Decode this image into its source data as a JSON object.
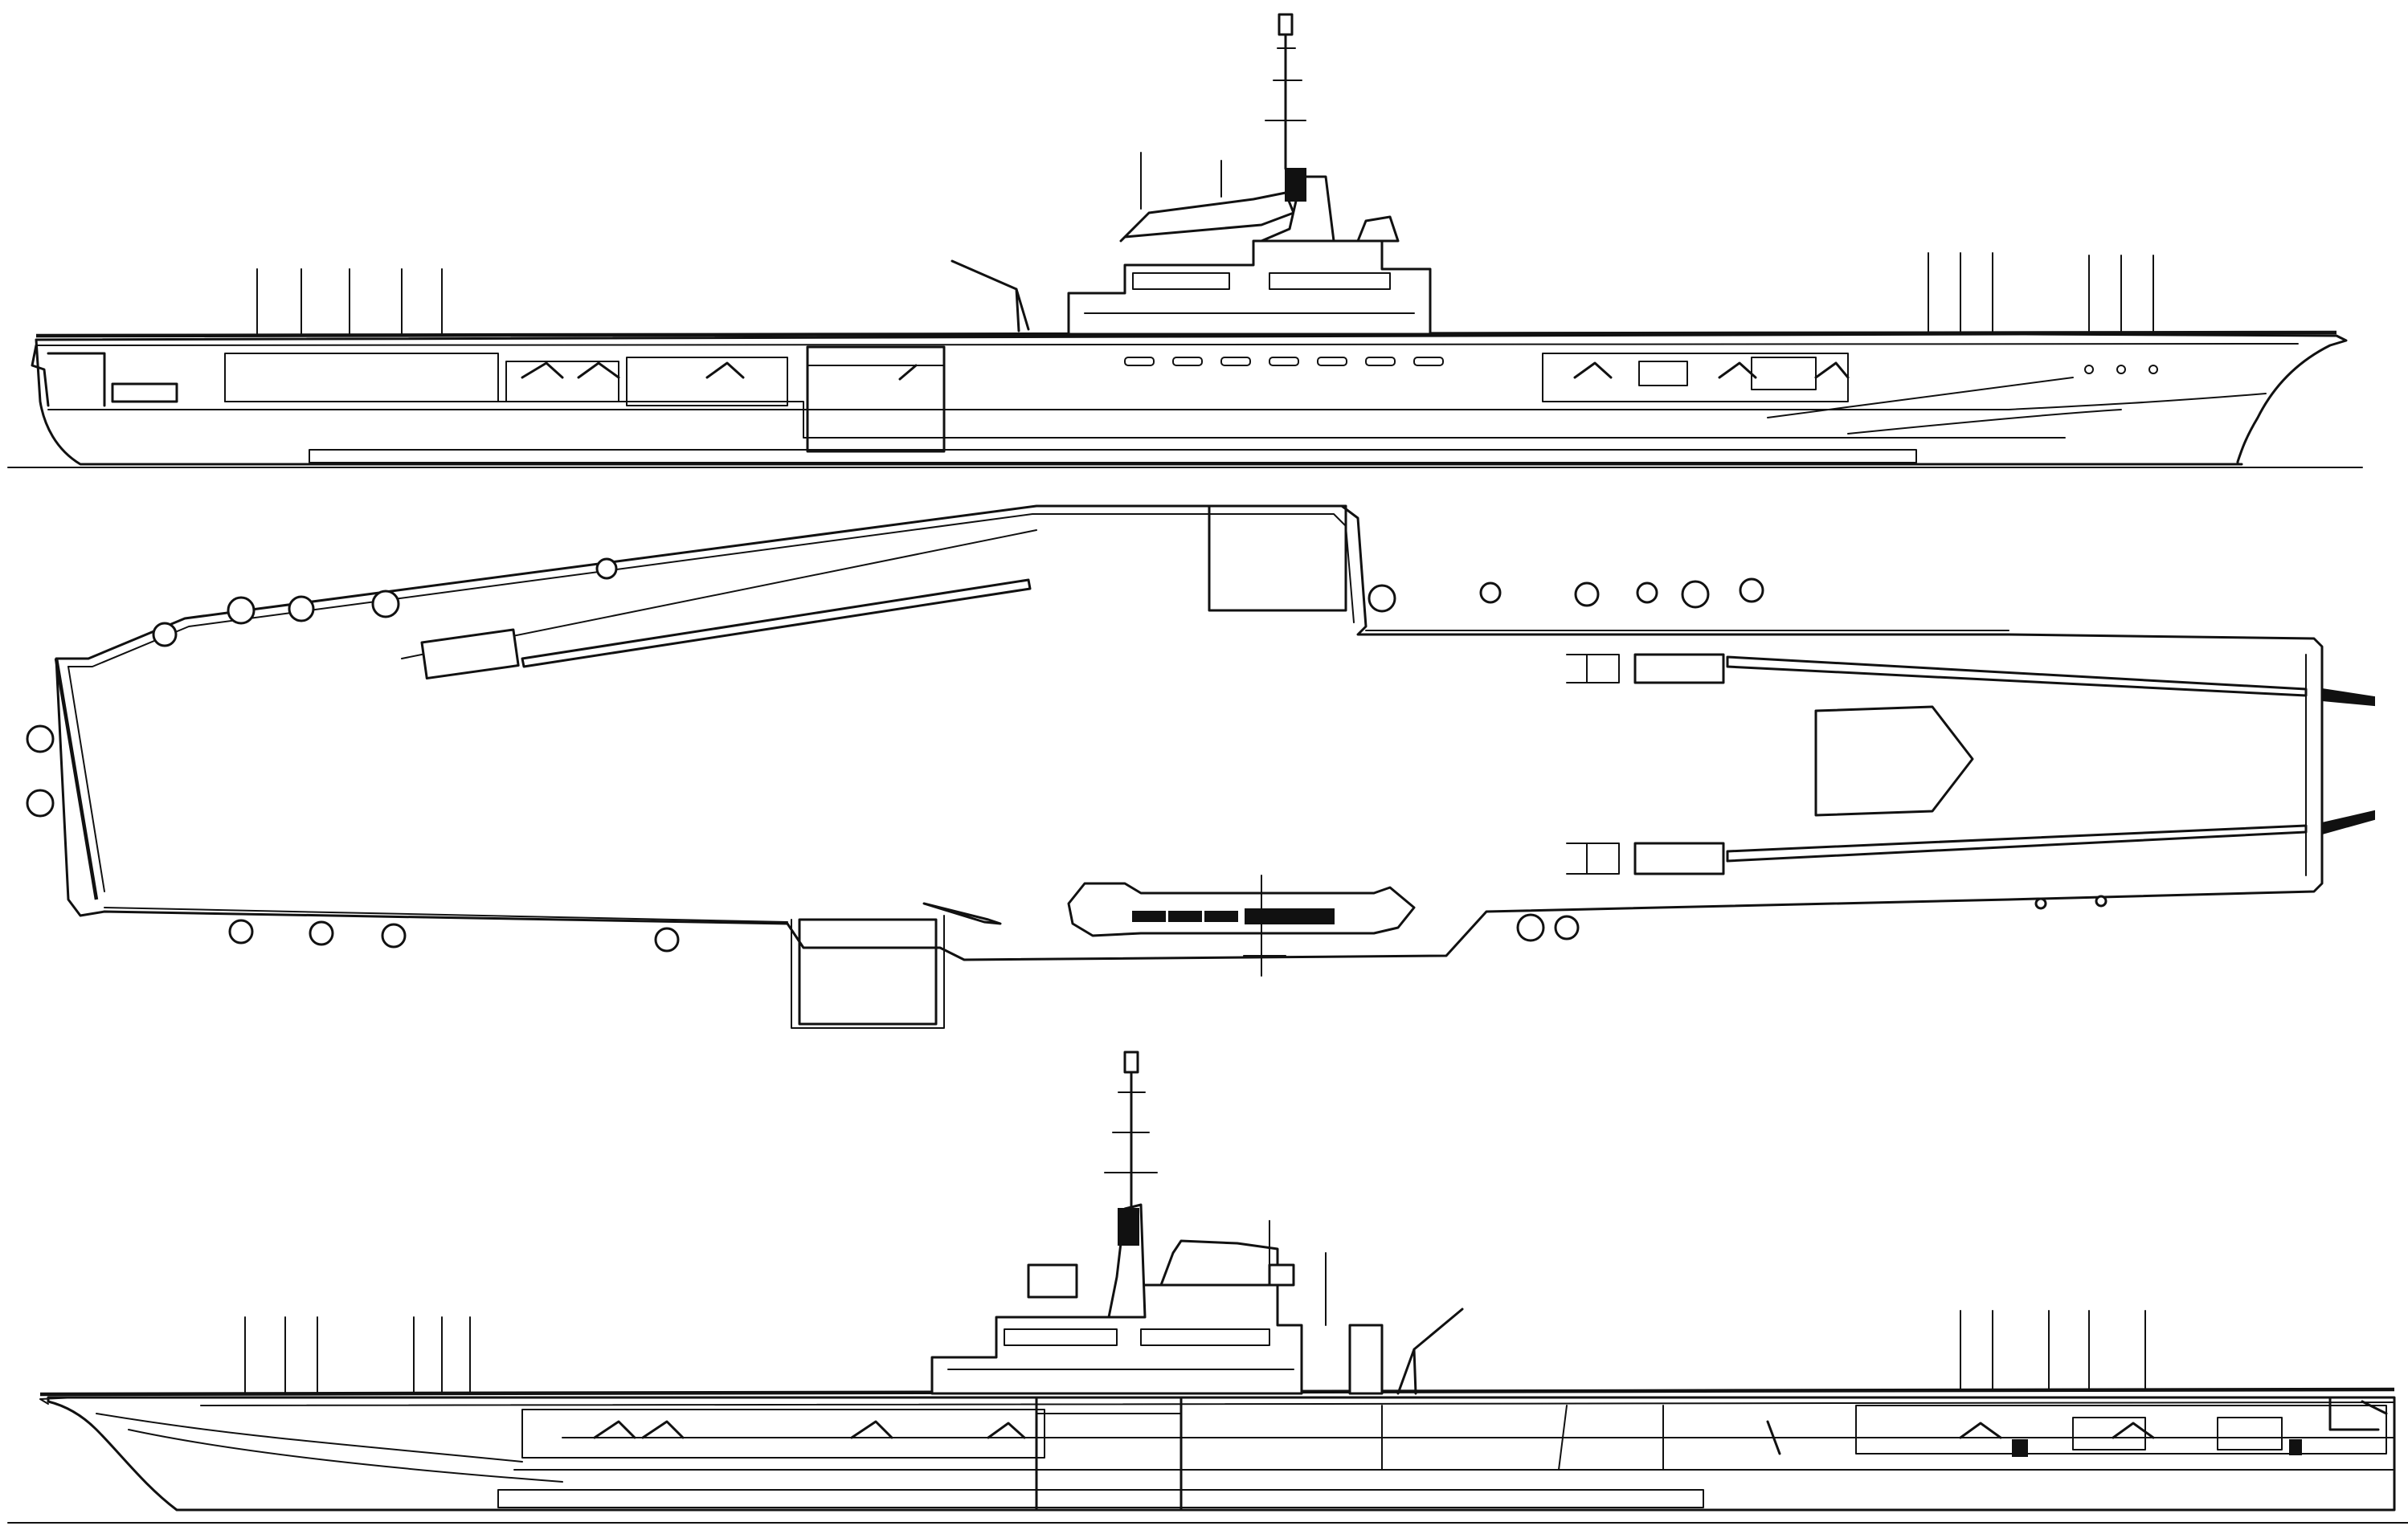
{
  "drawing": {
    "views": [
      "starboard-elevation",
      "deck-plan",
      "port-elevation"
    ],
    "line_color": "#111111",
    "background": "#ffffff"
  }
}
